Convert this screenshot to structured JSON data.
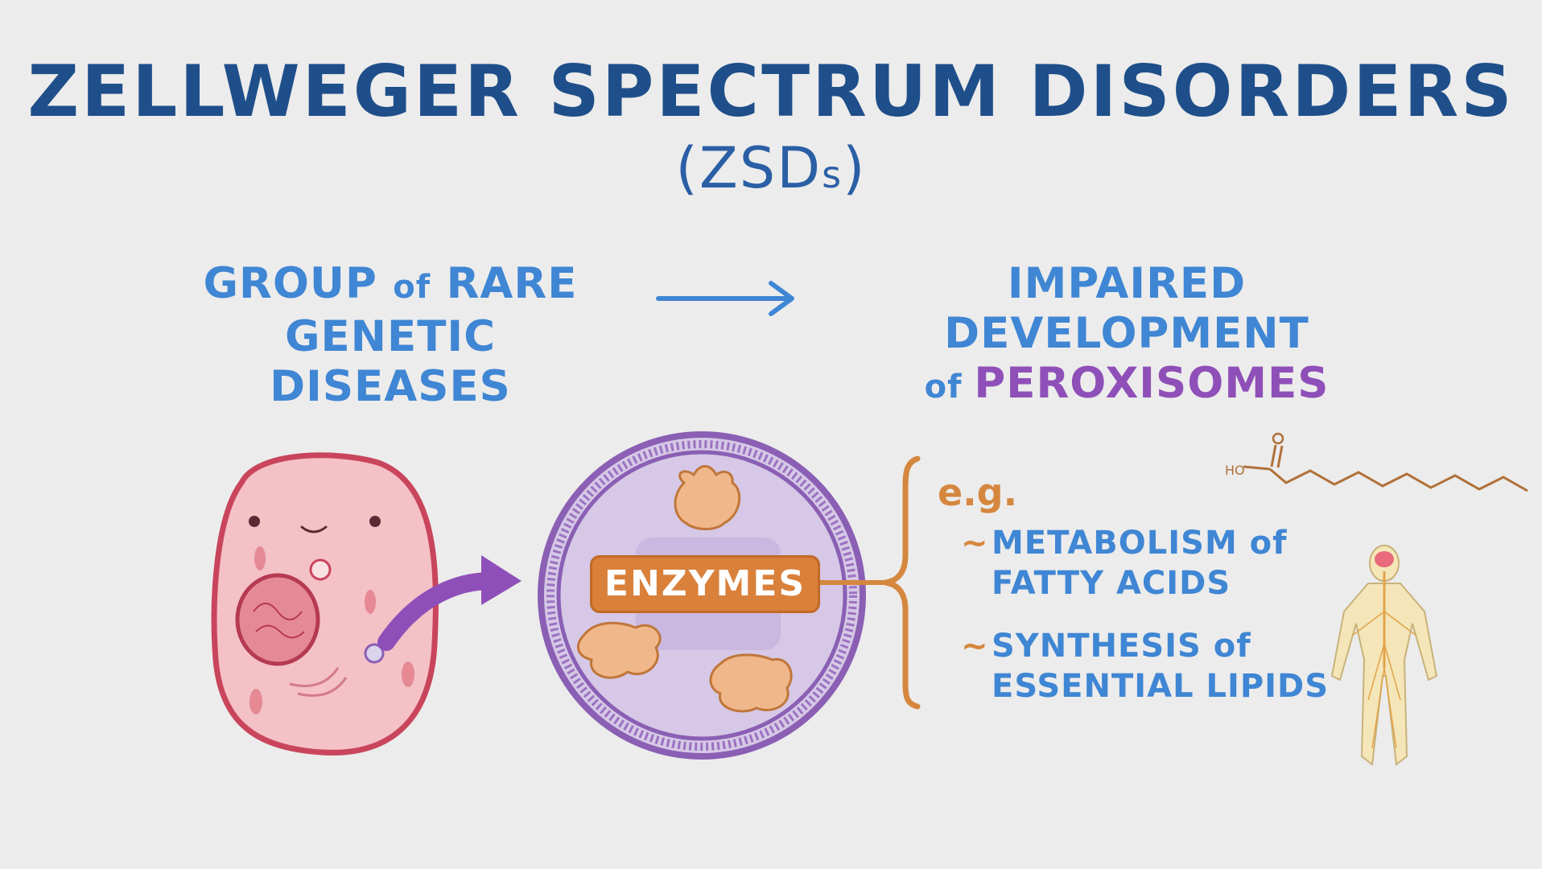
{
  "title": "ZELLWEGER SPECTRUM DISORDERS",
  "subtitle": {
    "main": "(ZSD",
    "small": "s",
    "close": ")"
  },
  "left": {
    "line1_a": "GROUP ",
    "line1_of": "of",
    "line1_b": " RARE",
    "line2": "GENETIC DISEASES"
  },
  "right": {
    "line1": "IMPAIRED DEVELOPMENT",
    "line2_of": "of ",
    "line2_highlight": "PEROXISOMES"
  },
  "enzymes_label": "ENZYMES",
  "examples": {
    "intro": "e.g.",
    "items": [
      {
        "tilde": "~",
        "line1_a": "METABOLISM ",
        "line1_of": "of",
        "line2": "FATTY ACIDS"
      },
      {
        "tilde": "~",
        "line1_a": "SYNTHESIS ",
        "line1_of": "of",
        "line2": "ESSENTIAL LIPIDS"
      }
    ]
  },
  "molecule_label": "HO",
  "colors": {
    "background": "#ececec",
    "title": "#1f4f8a",
    "body_text": "#3f86d4",
    "highlight": "#8f4fb8",
    "accent": "#d5873f",
    "cell": "#f3b8c0",
    "cell_border": "#c9455c",
    "peroxisome": "#d6c8e6",
    "peroxisome_border": "#8a5fb4"
  },
  "icons": [
    "cell-illustration",
    "arrow-right-icon",
    "curved-arrow-icon",
    "peroxisome-illustration",
    "enzyme-icon",
    "brace-icon",
    "fatty-acid-molecule-icon",
    "human-nervous-system-icon"
  ]
}
